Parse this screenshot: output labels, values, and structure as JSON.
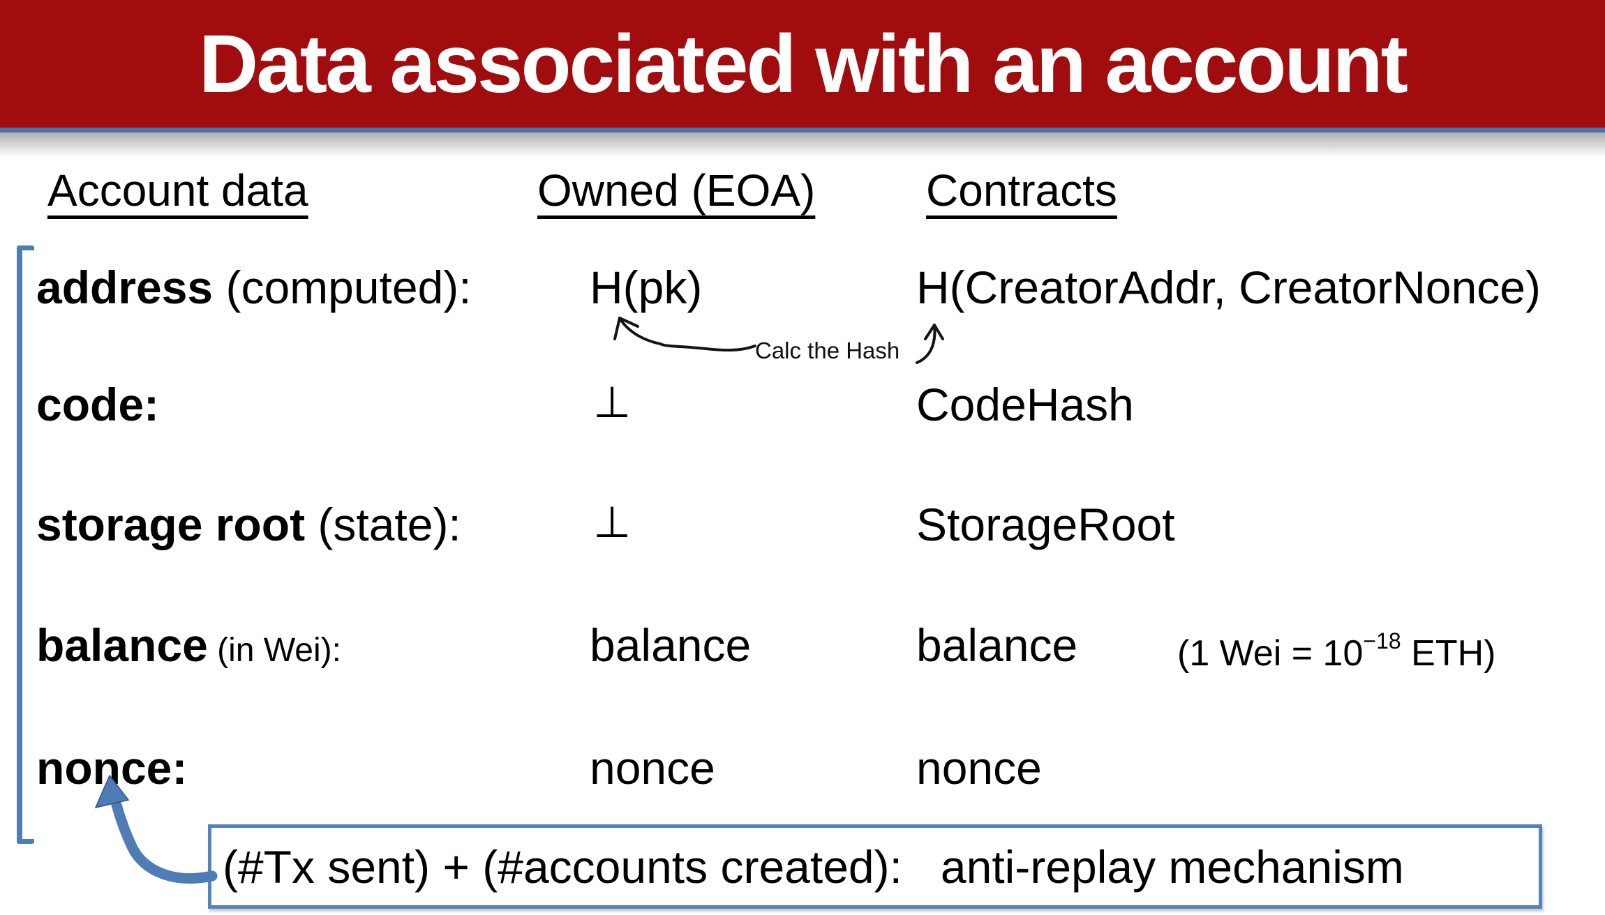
{
  "title": "Data associated with an account",
  "columns": {
    "account_data": "Account data",
    "owned_eoa": "Owned (EOA)",
    "contracts": "Contracts"
  },
  "rows": [
    {
      "label_bold": "address",
      "label_rest": " (computed):",
      "eoa": "H(pk)",
      "contracts": "H(CreatorAddr, CreatorNonce)"
    },
    {
      "label_bold": "code:",
      "label_rest": "",
      "eoa": "⊥",
      "contracts": "CodeHash"
    },
    {
      "label_bold": "storage root",
      "label_rest": " (state):",
      "eoa": "⊥",
      "contracts": "StorageRoot"
    },
    {
      "label_bold": "balance",
      "label_rest": " (in Wei):",
      "eoa": "balance",
      "contracts": "balance"
    },
    {
      "label_bold": "nonce:",
      "label_rest": "",
      "eoa": "nonce",
      "contracts": "nonce"
    }
  ],
  "wei_note": {
    "prefix": "(1 Wei = 10",
    "superscript": "−18",
    "suffix": " ETH)"
  },
  "annotations": {
    "calc_hash": "Calc the Hash",
    "nonce_note": "(#Tx sent) + (#accounts created):   anti-replay mechanism"
  },
  "icons": {
    "calc_hash_arrow_left": "hand-drawn-arrow-to-Hpk",
    "calc_hash_arrow_right": "hand-drawn-arrow-to-HCreator",
    "nonce_arrow": "blue-curved-arrow-to-nonce",
    "left_bracket": "blue-square-bracket"
  },
  "colors": {
    "banner_red": "#A10C0E",
    "accent_blue": "#4E7DB5",
    "box_border": "#5581BD",
    "text": "#000000"
  }
}
